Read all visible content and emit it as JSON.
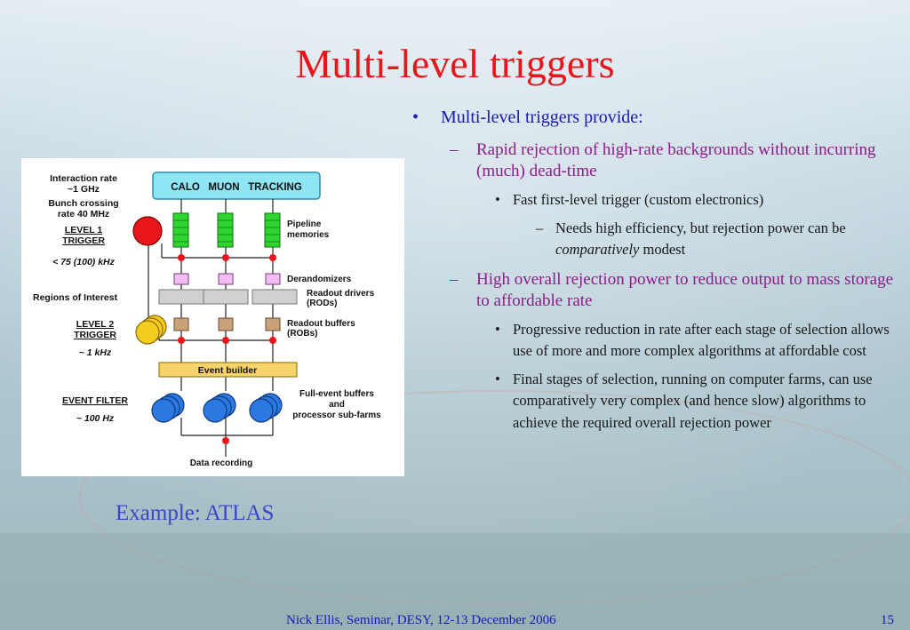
{
  "slide": {
    "title": "Multi-level triggers",
    "caption": "Example: ATLAS",
    "footer": "Nick Ellis, Seminar, DESY, 12-13 December 2006",
    "page_number": "15"
  },
  "bullets": {
    "b1": {
      "marker": "•",
      "text": "Multi-level triggers provide:"
    },
    "b1_1": {
      "marker": "–",
      "text": "Rapid rejection of high-rate backgrounds without incurring (much) dead-time"
    },
    "b1_1_1": {
      "marker": "•",
      "text": "Fast first-level trigger (custom electronics)"
    },
    "b1_1_1_1": {
      "marker": "–",
      "text_before": "Needs high efficiency, but rejection power can be ",
      "text_italic": "comparatively",
      "text_after": " modest"
    },
    "b1_2": {
      "marker": "–",
      "text": "High overall rejection power to reduce output to mass storage to affordable rate"
    },
    "b1_2_1": {
      "marker": "•",
      "text": "Progressive reduction in rate after each stage of selection allows use of more and more complex algorithms at affordable cost"
    },
    "b1_2_2": {
      "marker": "•",
      "text": "Final stages of selection, running on computer farms, can use comparatively very complex (and hence slow) algorithms to achieve the required overall rejection power"
    }
  },
  "diagram": {
    "detectors": "CALO   MUON   TRACKING",
    "interaction_rate": "Interaction rate",
    "interaction_value": "~1 GHz",
    "bunch_crossing": "Bunch crossing",
    "bunch_rate": "rate 40 MHz",
    "level1_a": "LEVEL 1",
    "level1_b": "TRIGGER",
    "level1_rate": "< 75 (100) kHz",
    "pipeline_a": "Pipeline",
    "pipeline_b": "memories",
    "derandomizers": "Derandomizers",
    "roi": "Regions of Interest",
    "readout_drivers_a": "Readout drivers",
    "readout_drivers_b": "(RODs)",
    "level2_a": "LEVEL 2",
    "level2_b": "TRIGGER",
    "readout_buffers_a": "Readout buffers",
    "readout_buffers_b": "(ROBs)",
    "level2_rate": "~ 1 kHz",
    "event_builder": "Event builder",
    "event_filter": "EVENT FILTER",
    "full_event_a": "Full-event buffers",
    "full_event_b": "and",
    "full_event_c": "processor sub-farms",
    "ef_rate": "~ 100 Hz",
    "data_recording": "Data recording"
  },
  "colors": {
    "title": "#e8161b",
    "level1_text": "#1a1ab0",
    "level2_text": "#8c1c8c",
    "detector_box": "#8ee6f5",
    "pipeline": "#2fd52f",
    "level1_trigger": "#e8161b",
    "level2_trigger": "#f4cd1e",
    "event_builder": "#f6d36b",
    "processor_farm": "#2a78e0"
  }
}
